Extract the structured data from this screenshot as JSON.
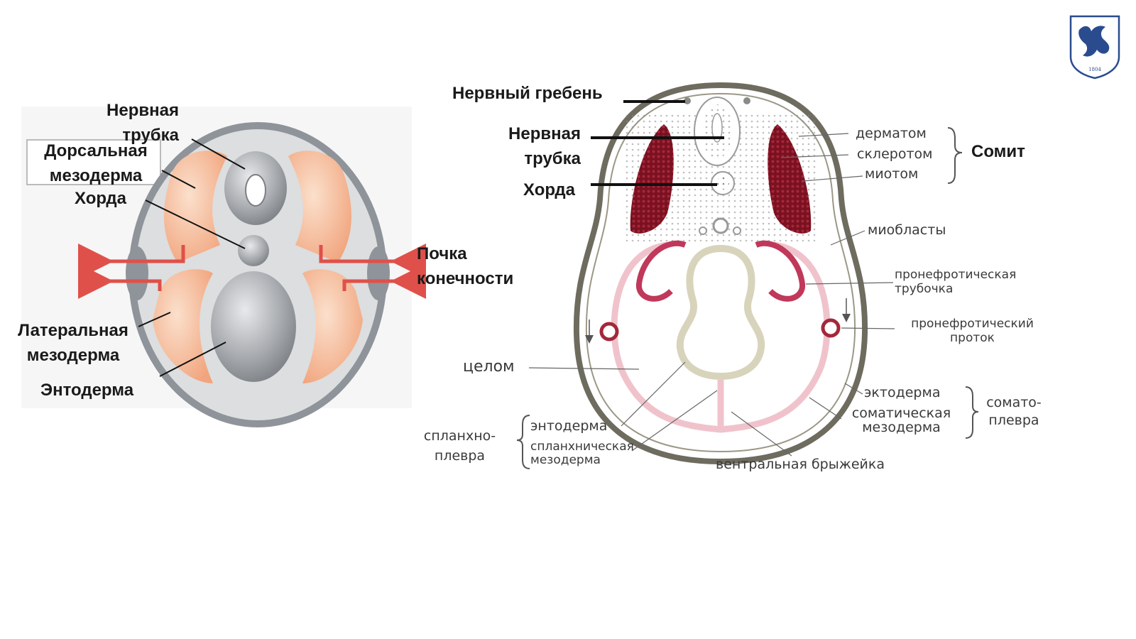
{
  "logo": {
    "year": "1804",
    "color": "#2a4c8f"
  },
  "left_diagram": {
    "labels": {
      "neural_tube": "Нервная трубка",
      "dorsal_mesoderm": "Дорсальная мезодерма",
      "notochord": "Хорда",
      "limb_bud": "Почка конечности",
      "lateral_mesoderm": "Латеральная мезодерма",
      "endoderm": "Энтодерма"
    },
    "colors": {
      "mesoderm": "#f4b48e",
      "ectoderm_ring": "#8f949a",
      "endoderm": "#9a9da1",
      "arrows": "#e0504a"
    }
  },
  "right_diagram": {
    "labels": {
      "neural_crest": "Нервный гребень",
      "neural_tube": "Нервная трубка",
      "notochord": "Хорда",
      "somite": "Сомит",
      "dermatome": "дерматом",
      "sclerotome": "склеротом",
      "myotome": "миотом",
      "myoblasts": "миобласты",
      "pronephric_tubule": "пронефротическая трубочка",
      "pronephric_duct": "пронефротический проток",
      "coelom": "целом",
      "ectoderm": "эктодерма",
      "somatic_mesoderm": "соматическая мезодерма",
      "somatopleure": "сомато- плевра",
      "splanchnopleure": "спланхно- плевра",
      "endoderm": "энтодерма",
      "splanchnic_mesoderm": "спланхническая мезодерма",
      "ventral_mesentery": "вентральная брыжейка"
    },
    "colors": {
      "somite": "#7a1020",
      "body_wall": "#6e6b5f",
      "mesoderm_tube": "#c0385a"
    }
  }
}
